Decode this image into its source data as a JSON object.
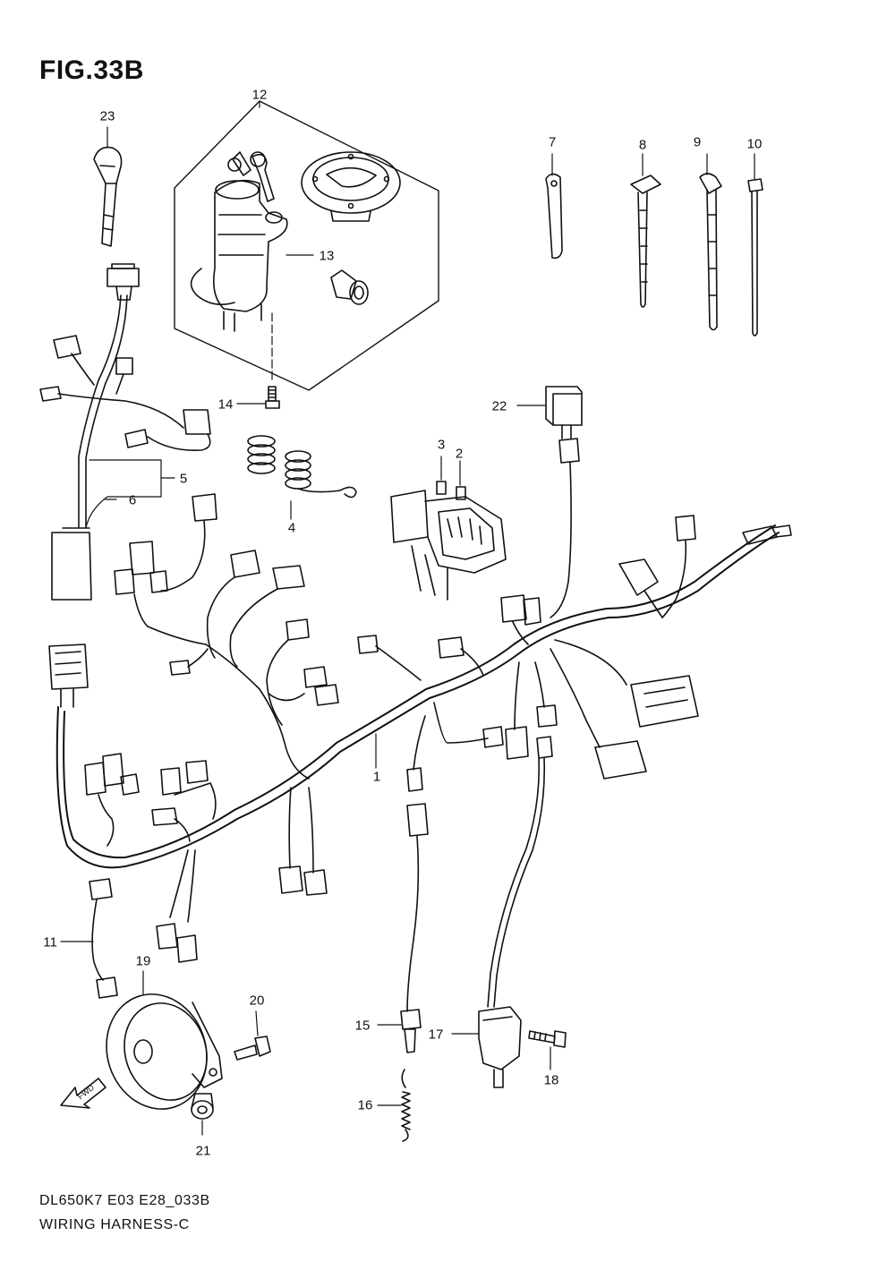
{
  "figure": {
    "title": "FIG.33B",
    "model_code": "DL650K7  E03  E28_033B",
    "caption": "WIRING HARNESS-C"
  },
  "fwd_arrow": {
    "label": "FWD"
  },
  "callouts": [
    {
      "id": "1",
      "label": "1"
    },
    {
      "id": "2",
      "label": "2"
    },
    {
      "id": "3",
      "label": "3"
    },
    {
      "id": "4",
      "label": "4"
    },
    {
      "id": "5",
      "label": "5"
    },
    {
      "id": "6",
      "label": "6"
    },
    {
      "id": "7",
      "label": "7"
    },
    {
      "id": "8",
      "label": "8"
    },
    {
      "id": "9",
      "label": "9"
    },
    {
      "id": "10",
      "label": "10"
    },
    {
      "id": "11",
      "label": "11"
    },
    {
      "id": "12",
      "label": "12"
    },
    {
      "id": "13",
      "label": "13"
    },
    {
      "id": "14",
      "label": "14"
    },
    {
      "id": "15",
      "label": "15"
    },
    {
      "id": "16",
      "label": "16"
    },
    {
      "id": "17",
      "label": "17"
    },
    {
      "id": "18",
      "label": "18"
    },
    {
      "id": "19",
      "label": "19"
    },
    {
      "id": "20",
      "label": "20"
    },
    {
      "id": "21",
      "label": "21"
    },
    {
      "id": "22",
      "label": "22"
    },
    {
      "id": "23",
      "label": "23"
    }
  ]
}
